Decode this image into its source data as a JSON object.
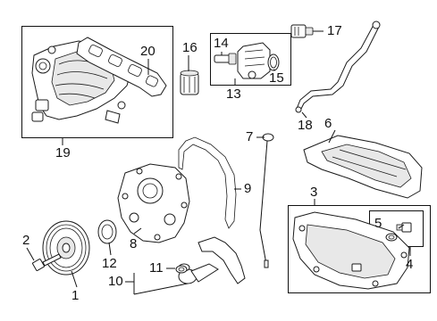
{
  "callouts": {
    "c1": "1",
    "c2": "2",
    "c3": "3",
    "c4": "4",
    "c5": "5",
    "c6": "6",
    "c7": "7",
    "c8": "8",
    "c9": "9",
    "c10": "10",
    "c11": "11",
    "c12": "12",
    "c13": "13",
    "c14": "14",
    "c15": "15",
    "c16": "16",
    "c17": "17",
    "c18": "18",
    "c19": "19",
    "c20": "20"
  },
  "parts": {
    "p1": "crankshaft-pulley",
    "p2": "pulley-bolt",
    "p3": "oil-pan",
    "p4": "drain-plug-kit",
    "p5": "drain-plug",
    "p6": "heat-shield",
    "p7": "dipstick",
    "p8": "oil-pump-front-cover",
    "p9": "cover-gasket",
    "p10": "oil-pickup-tube",
    "p11": "pickup-tube-o-ring",
    "p12": "front-crankshaft-seal",
    "p13": "oil-cooler-assembly",
    "p14": "cooler-fitting",
    "p15": "cooler-o-ring",
    "p16": "oil-filter",
    "p17": "oil-pressure-sensor",
    "p18": "dipstick-tube",
    "p19": "intake-manifold-assembly",
    "p20": "intake-manifold-gasket"
  }
}
